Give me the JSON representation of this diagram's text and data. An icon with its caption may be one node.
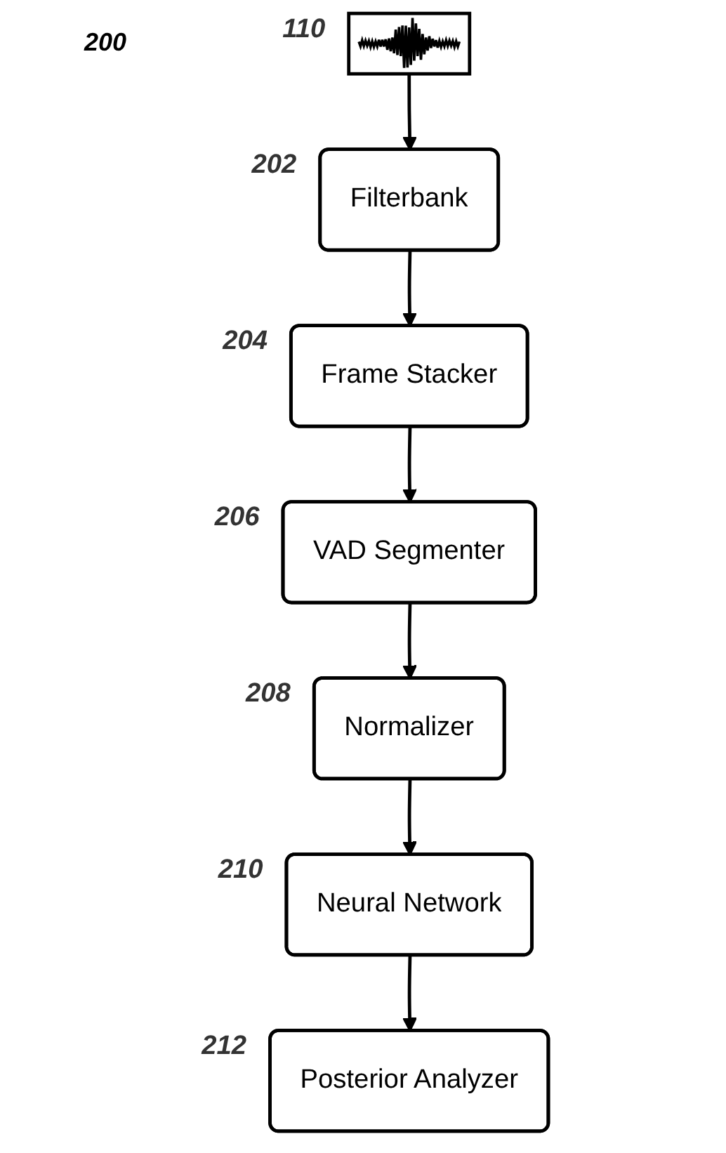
{
  "diagram": {
    "nodes": [
      {
        "text": [],
        "shape": "picture",
        "beside": [
          "110"
        ]
      },
      {
        "text": [
          "Filterbank"
        ],
        "beside": [
          "202"
        ]
      },
      {
        "text": [
          "Frame Stacker"
        ],
        "beside": [
          "204"
        ]
      },
      {
        "text": [
          "VAD Segmenter"
        ],
        "beside": [
          "206"
        ]
      },
      {
        "text": [
          "Normalizer"
        ],
        "beside": [
          "208"
        ]
      },
      {
        "text": [
          "Neural Network"
        ],
        "beside": [
          "210"
        ]
      },
      {
        "text": [
          "Posterior Analyzer"
        ],
        "beside": [
          "212"
        ]
      }
    ],
    "edges": [
      {
        "from": 0,
        "to": 1,
        "arrow": "to"
      },
      {
        "from": 1,
        "to": 2,
        "arrow": "to"
      },
      {
        "from": 2,
        "to": 3,
        "arrow": "to"
      },
      {
        "from": 3,
        "to": 4,
        "arrow": "to"
      },
      {
        "from": 4,
        "to": 5,
        "arrow": "to"
      },
      {
        "from": 5,
        "to": 6,
        "arrow": "to"
      }
    ],
    "labels": [
      "200"
    ]
  }
}
